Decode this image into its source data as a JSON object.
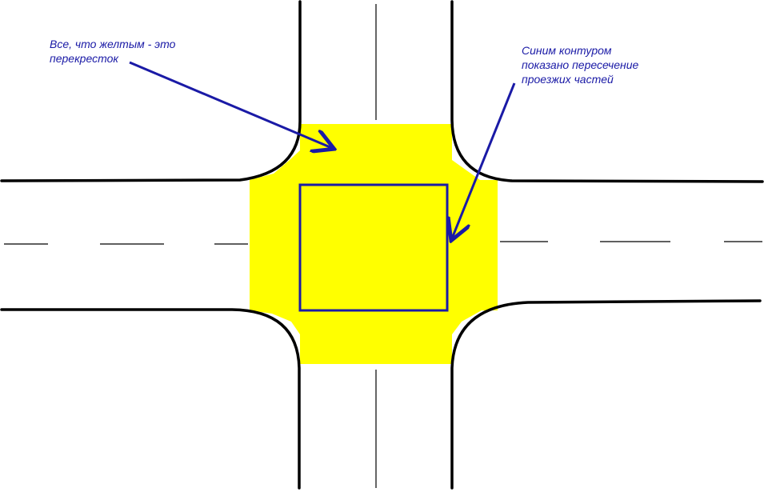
{
  "colors": {
    "background": "#ffffff",
    "intersection_fill": "#ffff00",
    "road_edge": "#000000",
    "lane_marking": "#000000",
    "outline": "#1a1aa6",
    "annotation_text": "#1a1aa6"
  },
  "annotations": {
    "yellow_note": {
      "line1": "Все, что желтым - это",
      "line2": "перекресток"
    },
    "blue_note": {
      "line1": "Синим контуром",
      "line2": "показано пересечение",
      "line3": "проезжих частей"
    }
  }
}
